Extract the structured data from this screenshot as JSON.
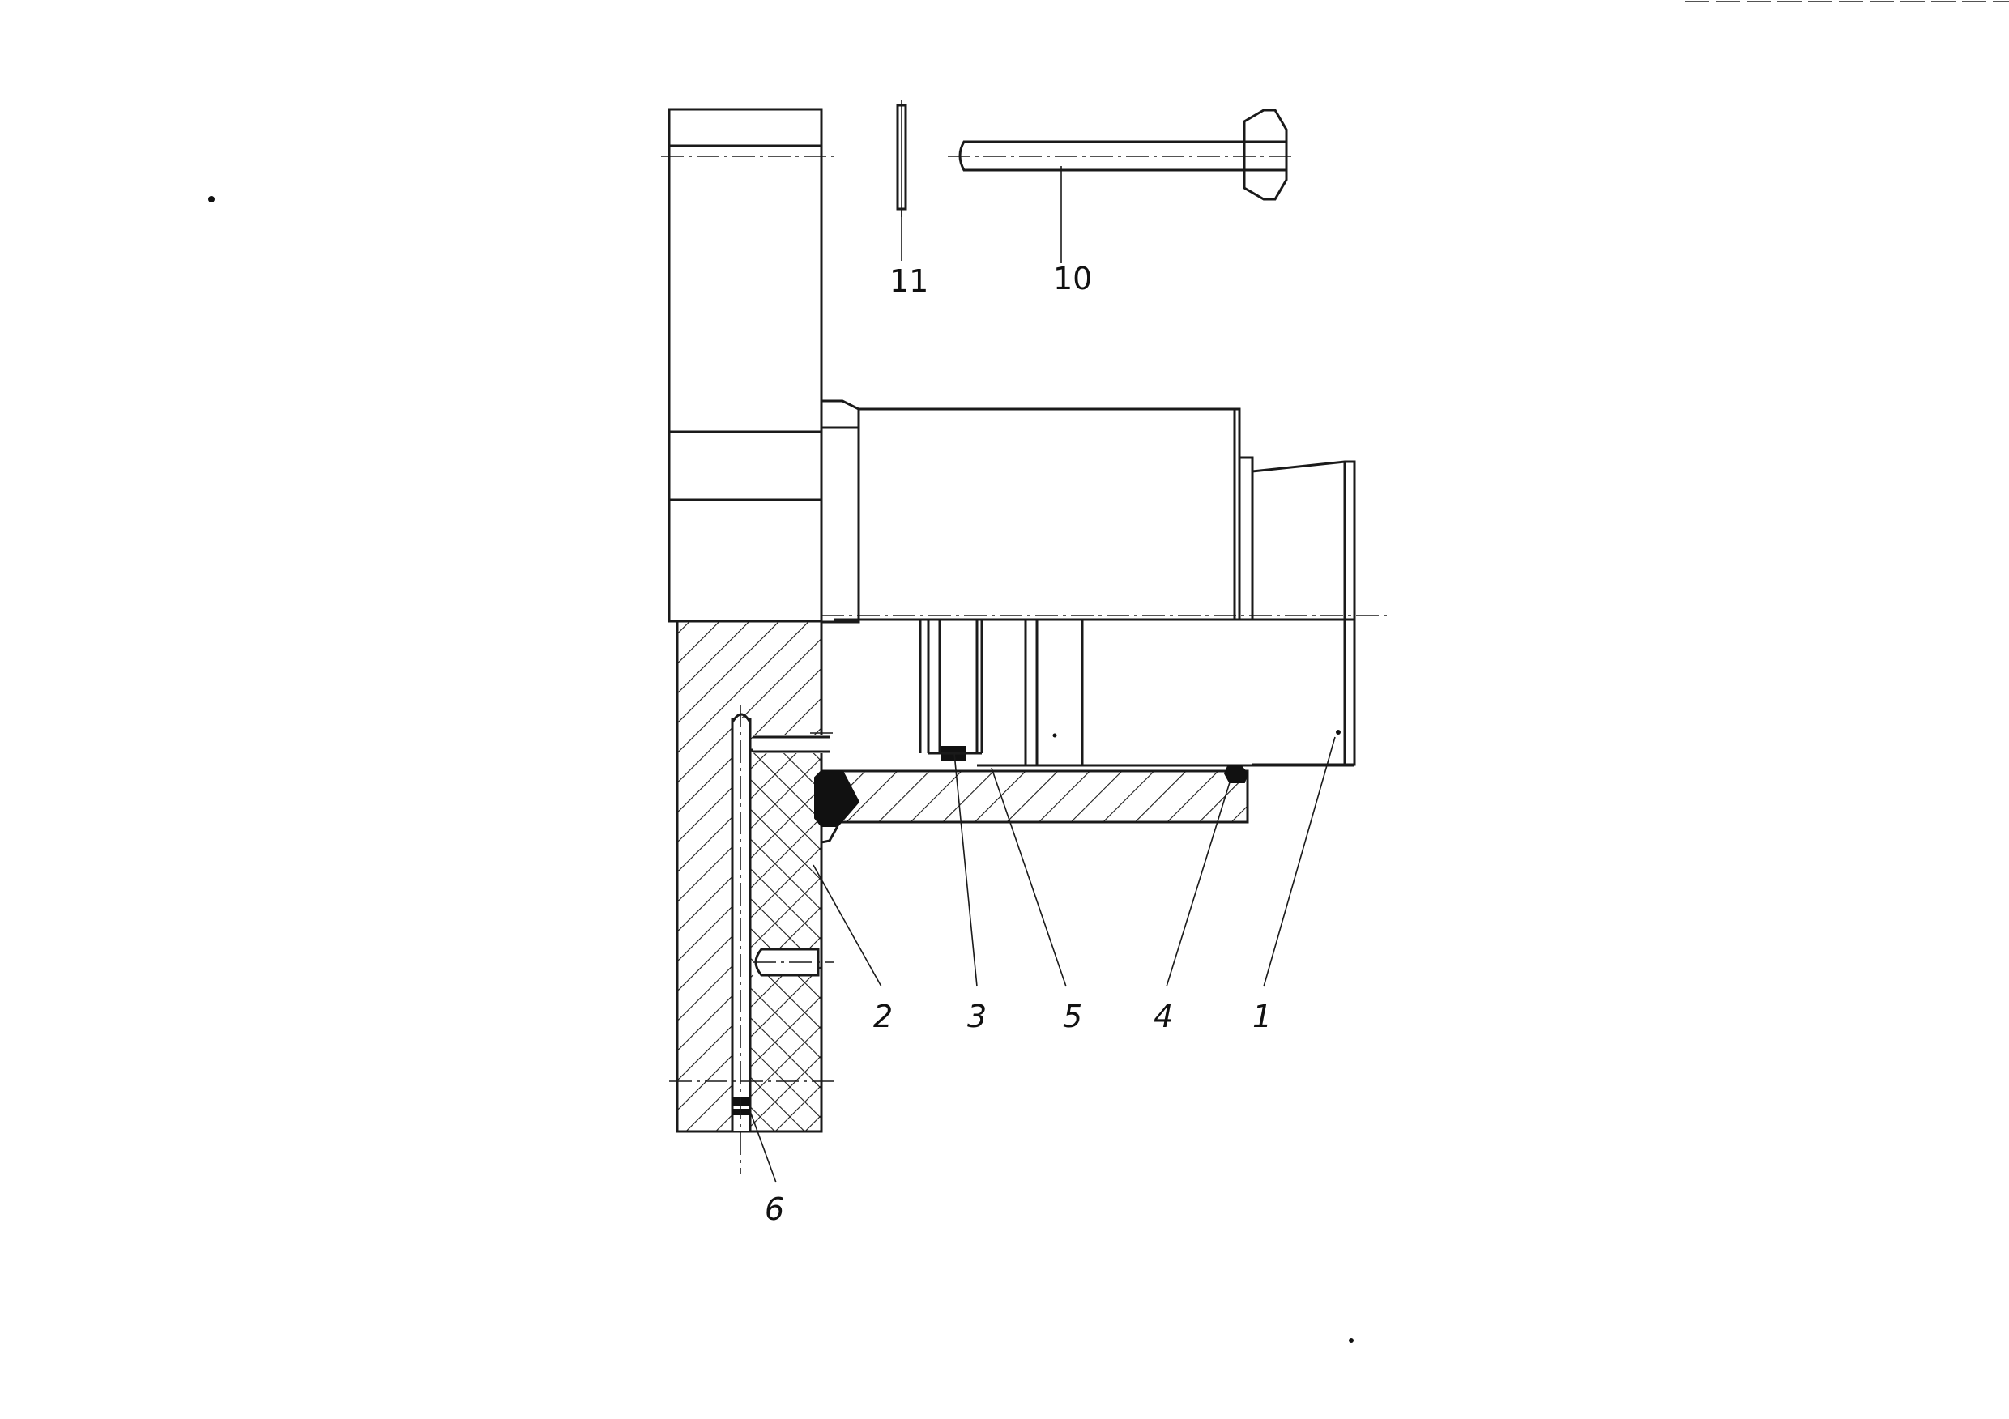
{
  "drawing": {
    "callouts": [
      {
        "id": "p11",
        "label": "11"
      },
      {
        "id": "p10",
        "label": "10"
      },
      {
        "id": "p2",
        "label": "2"
      },
      {
        "id": "p3",
        "label": "3"
      },
      {
        "id": "p5",
        "label": "5"
      },
      {
        "id": "p4",
        "label": "4"
      },
      {
        "id": "p1",
        "label": "1"
      },
      {
        "id": "p6",
        "label": "6"
      }
    ]
  }
}
